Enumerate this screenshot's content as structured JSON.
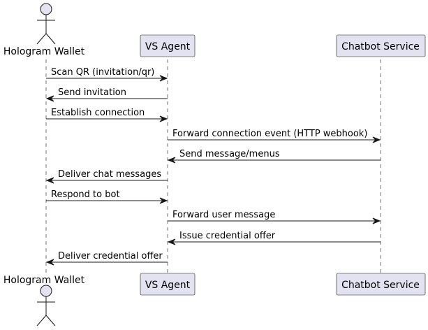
{
  "participants": [
    {
      "label": "Hologram Wallet",
      "kind": "actor"
    },
    {
      "label": "VS Agent",
      "kind": "participant"
    },
    {
      "label": "Chatbot Service",
      "kind": "participant"
    }
  ],
  "messages": [
    {
      "from": 0,
      "to": 1,
      "label": "Scan QR (invitation/qr)"
    },
    {
      "from": 1,
      "to": 0,
      "label": "Send invitation"
    },
    {
      "from": 0,
      "to": 1,
      "label": "Establish connection"
    },
    {
      "from": 1,
      "to": 2,
      "label": "Forward connection event (HTTP webhook)"
    },
    {
      "from": 2,
      "to": 1,
      "label": "Send message/menus"
    },
    {
      "from": 1,
      "to": 0,
      "label": "Deliver chat messages"
    },
    {
      "from": 0,
      "to": 1,
      "label": "Respond to bot"
    },
    {
      "from": 1,
      "to": 2,
      "label": "Forward user message"
    },
    {
      "from": 2,
      "to": 1,
      "label": "Issue credential offer"
    },
    {
      "from": 1,
      "to": 0,
      "label": "Deliver credential offer"
    }
  ],
  "colors": {
    "box_fill": "#E2E2F0",
    "box_stroke": "#181818",
    "lifeline": "#181818",
    "arrow": "#181818"
  }
}
